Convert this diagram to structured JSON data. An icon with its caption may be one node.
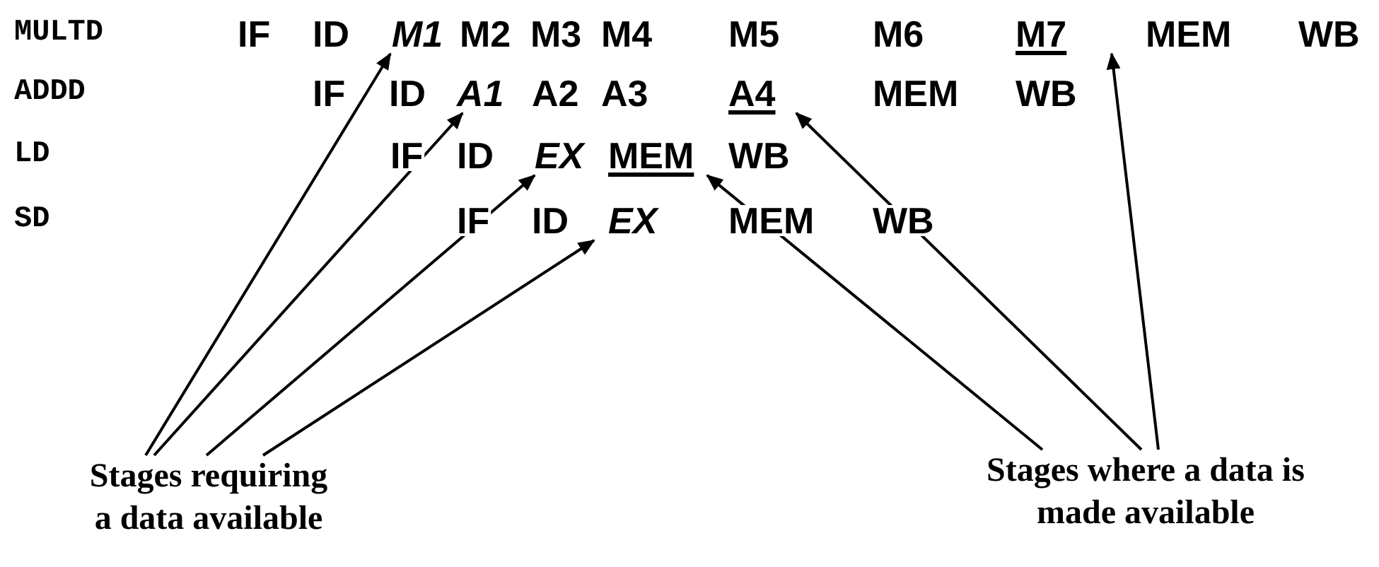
{
  "diagram": {
    "nodes": [
      {
        "text": [
          "M1"
        ]
      },
      {
        "text": [
          "M7"
        ]
      },
      {
        "text": [
          "A1"
        ]
      },
      {
        "text": [
          "A4"
        ]
      },
      {
        "text": [
          "EX"
        ]
      },
      {
        "text": [
          "MEM"
        ]
      },
      {
        "text": [
          "EX"
        ]
      },
      {
        "text": [
          "Stages requiring a data available"
        ]
      },
      {
        "text": [
          "Stages where a data is made available"
        ]
      }
    ],
    "edges": [
      {
        "from": 7,
        "to": 0,
        "arrow": "to"
      },
      {
        "from": 7,
        "to": 2,
        "arrow": "to"
      },
      {
        "from": 7,
        "to": 4,
        "arrow": "to"
      },
      {
        "from": 7,
        "to": 6,
        "arrow": "to"
      },
      {
        "from": 8,
        "to": 5,
        "arrow": "to"
      },
      {
        "from": 8,
        "to": 3,
        "arrow": "to"
      },
      {
        "from": 8,
        "to": 1,
        "arrow": "to"
      }
    ],
    "labels": [
      "MULTD",
      "IF",
      "ID",
      "M2",
      "M3",
      "M4",
      "M5",
      "M6",
      "MEM",
      "WB",
      "ADDD",
      "IF",
      "ID",
      "A2",
      "A3",
      "MEM",
      "WB",
      "LD",
      "IF",
      "ID",
      "WB",
      "SD",
      "IF",
      "ID",
      "MEM",
      "WB"
    ]
  }
}
